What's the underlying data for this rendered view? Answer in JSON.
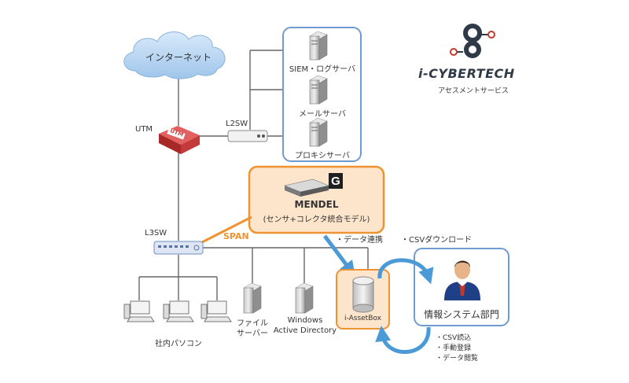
{
  "diagram": {
    "internet": "インターネット",
    "utm": {
      "label": "UTM",
      "badge": "UTM"
    },
    "l2sw": "L2SW",
    "l3sw": "L3SW",
    "servers": [
      {
        "label": "SIEM・ログサーバ"
      },
      {
        "label": "メールサーバ"
      },
      {
        "label": "プロキシサーバ"
      }
    ],
    "mendel": {
      "title": "MENDEL",
      "subtitle": "(センサ+コレクタ統合モデル)",
      "logo_letter": "G"
    },
    "span": "SPAN",
    "data_link": "・データ連携",
    "csv_download": "・CSVダウンロード",
    "pcs_label": "社内パソコン",
    "file_server": {
      "line1": "ファイル",
      "line2": "サーバー"
    },
    "ad_server": {
      "line1": "Windows",
      "line2": "Active Directory"
    },
    "assetbox": "i-AssetBox",
    "it_dept": "情報システム部門",
    "actions": [
      "・CSV読込",
      "・手動登録",
      "・データ閲覧"
    ]
  },
  "brand": {
    "name": "i-CYBERTECH",
    "tagline": "アセスメントサービス",
    "colors": {
      "dark": "#2f3a48",
      "accent": "#c0392b"
    }
  },
  "colors": {
    "blue_border": "#6f9bd1",
    "orange": "#ef9332",
    "orange_fill": "#fde5cc",
    "arrow_blue": "#4a9ad8",
    "cloud": "#bcd8f2",
    "utm_red": "#d23b3b",
    "line": "#666666"
  }
}
